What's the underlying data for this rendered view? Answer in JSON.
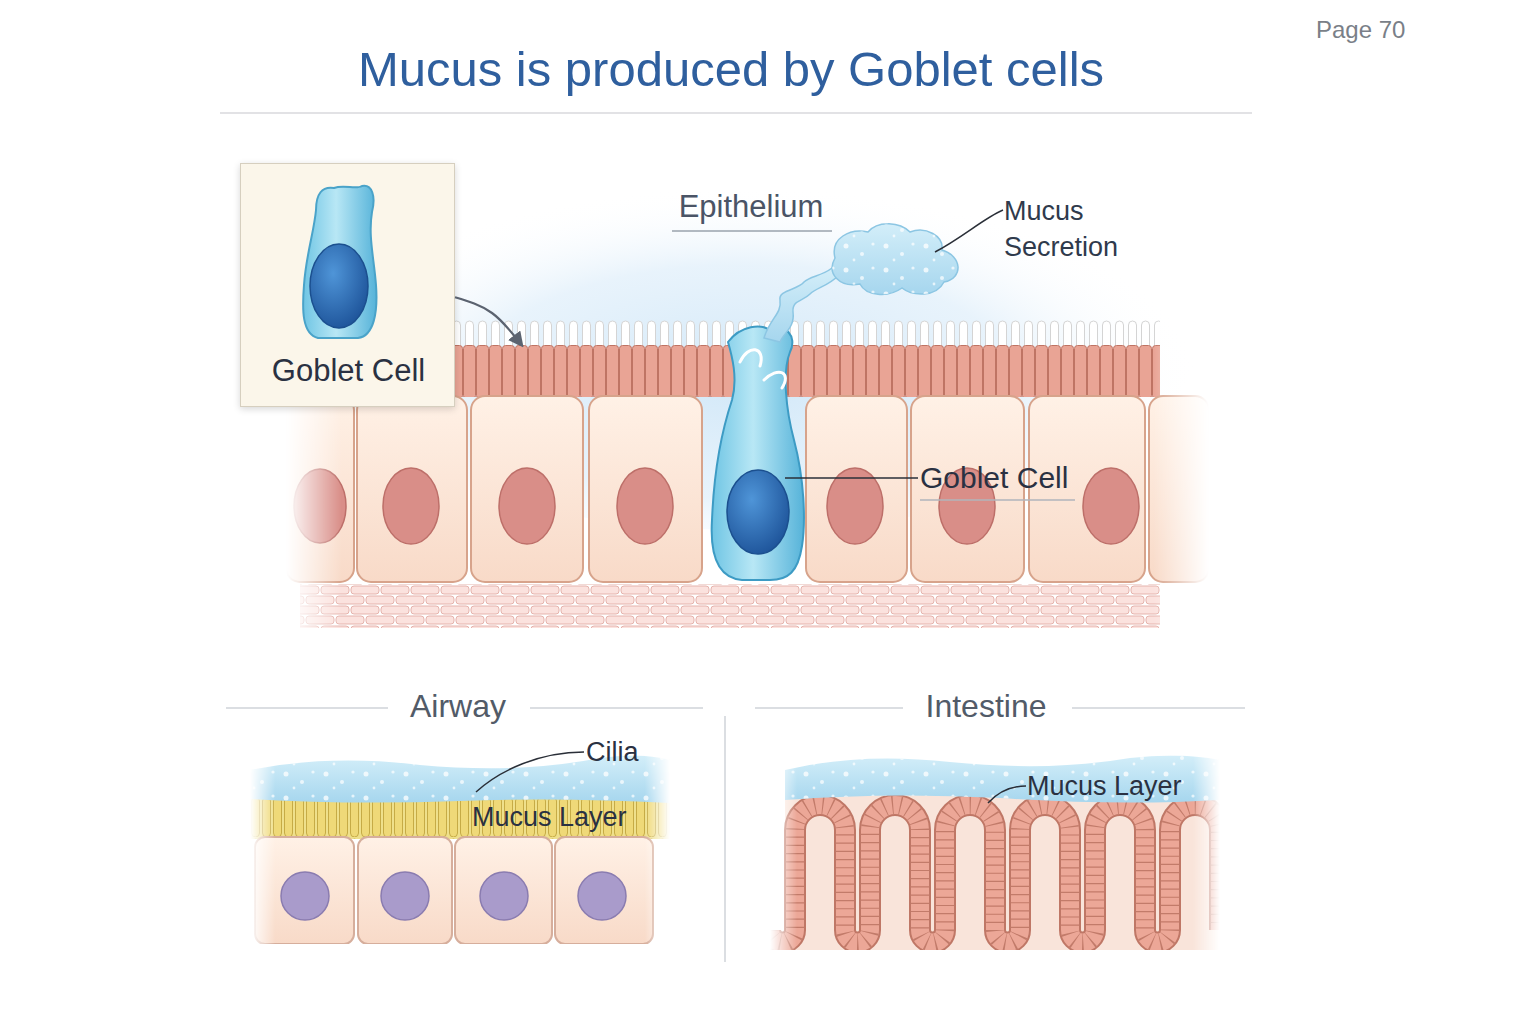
{
  "diagram": {
    "title": "Mucus is produced by Goblet cells",
    "nodes": [
      {
        "text": [
          "Goblet Cell"
        ]
      },
      {
        "text": [
          "Epithelium"
        ]
      },
      {
        "text": [
          "Airway"
        ]
      },
      {
        "text": [
          "Intestine"
        ]
      }
    ],
    "edges": [
      {
        "from": 0,
        "to": 1,
        "arrow": "to"
      }
    ],
    "labels": [
      "Page 70",
      "Mucus Secretion",
      "Goblet Cell",
      "Cilia",
      "Mucus Layer",
      "Mucus Layer"
    ]
  }
}
